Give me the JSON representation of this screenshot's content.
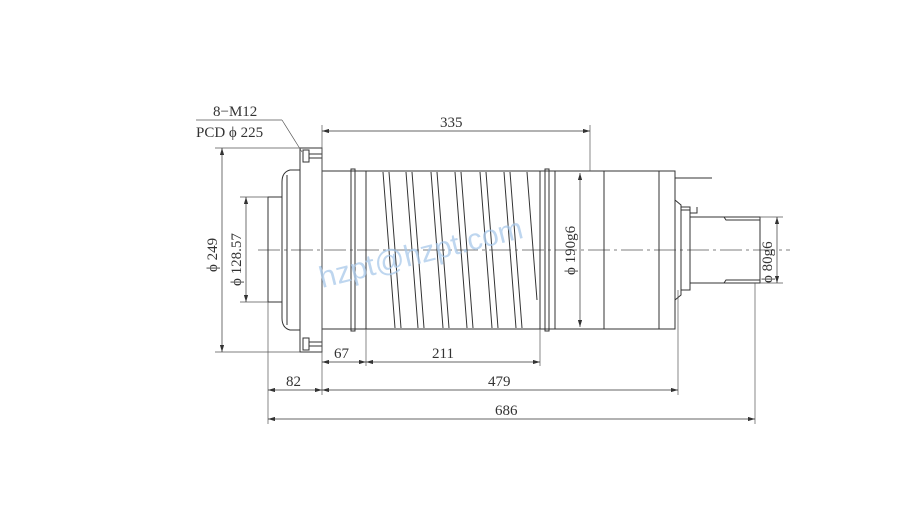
{
  "drawing": {
    "callout_thread": "8−M12",
    "callout_pcd": "PCD ϕ 225",
    "dims": {
      "overall_body": "335",
      "flange_dia": "ϕ 249",
      "spigot_dia": "ϕ 128.57",
      "body_dia": "ϕ 190g6",
      "shaft_dia": "ϕ 80g6",
      "front_offset": "67",
      "coil_length": "211",
      "nose_length": "82",
      "main_length": "479",
      "total_length": "686"
    },
    "watermark": "hzpt@hzpt.com",
    "line_color": "#333333",
    "watermark_color": "#a9c9ea"
  }
}
